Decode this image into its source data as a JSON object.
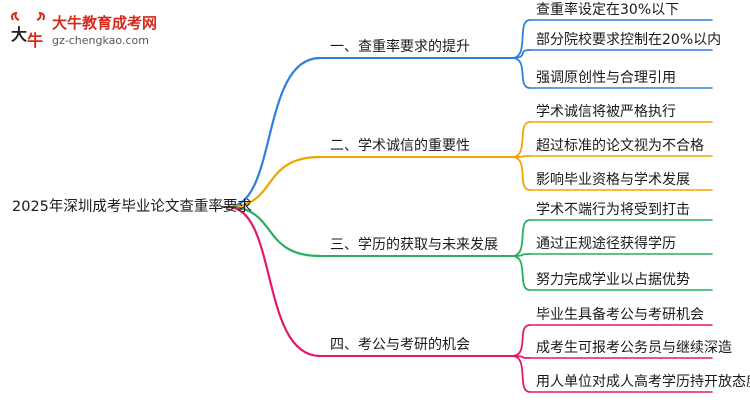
{
  "logo": {
    "name": "大牛教育成考网",
    "url": "gz-chengkao.com",
    "mark_text": "大牛"
  },
  "root": {
    "label": "2025年深圳成考毕业论文查重率要求"
  },
  "colors": {
    "branch_1": "#2f7fde",
    "branch_2": "#f0a500",
    "branch_3": "#27ae60",
    "branch_4": "#e5176c",
    "root_line": "#555555",
    "logo_red": "#d42a1e"
  },
  "branches": [
    {
      "label": "一、查重率要求的提升",
      "children": [
        "查重率设定在30%以下",
        "部分院校要求控制在20%以内",
        "强调原创性与合理引用"
      ]
    },
    {
      "label": "二、学术诚信的重要性",
      "children": [
        "学术诚信将被严格执行",
        "超过标准的论文视为不合格",
        "影响毕业资格与学术发展"
      ]
    },
    {
      "label": "三、学历的获取与未来发展",
      "children": [
        "学术不端行为将受到打击",
        "通过正规途径获得学历",
        "努力完成学业以占据优势"
      ]
    },
    {
      "label": "四、考公与考研的机会",
      "children": [
        "毕业生具备考公与考研机会",
        "成考生可报考公务员与继续深造",
        "用人单位对成人高考学历持开放态度"
      ]
    }
  ]
}
